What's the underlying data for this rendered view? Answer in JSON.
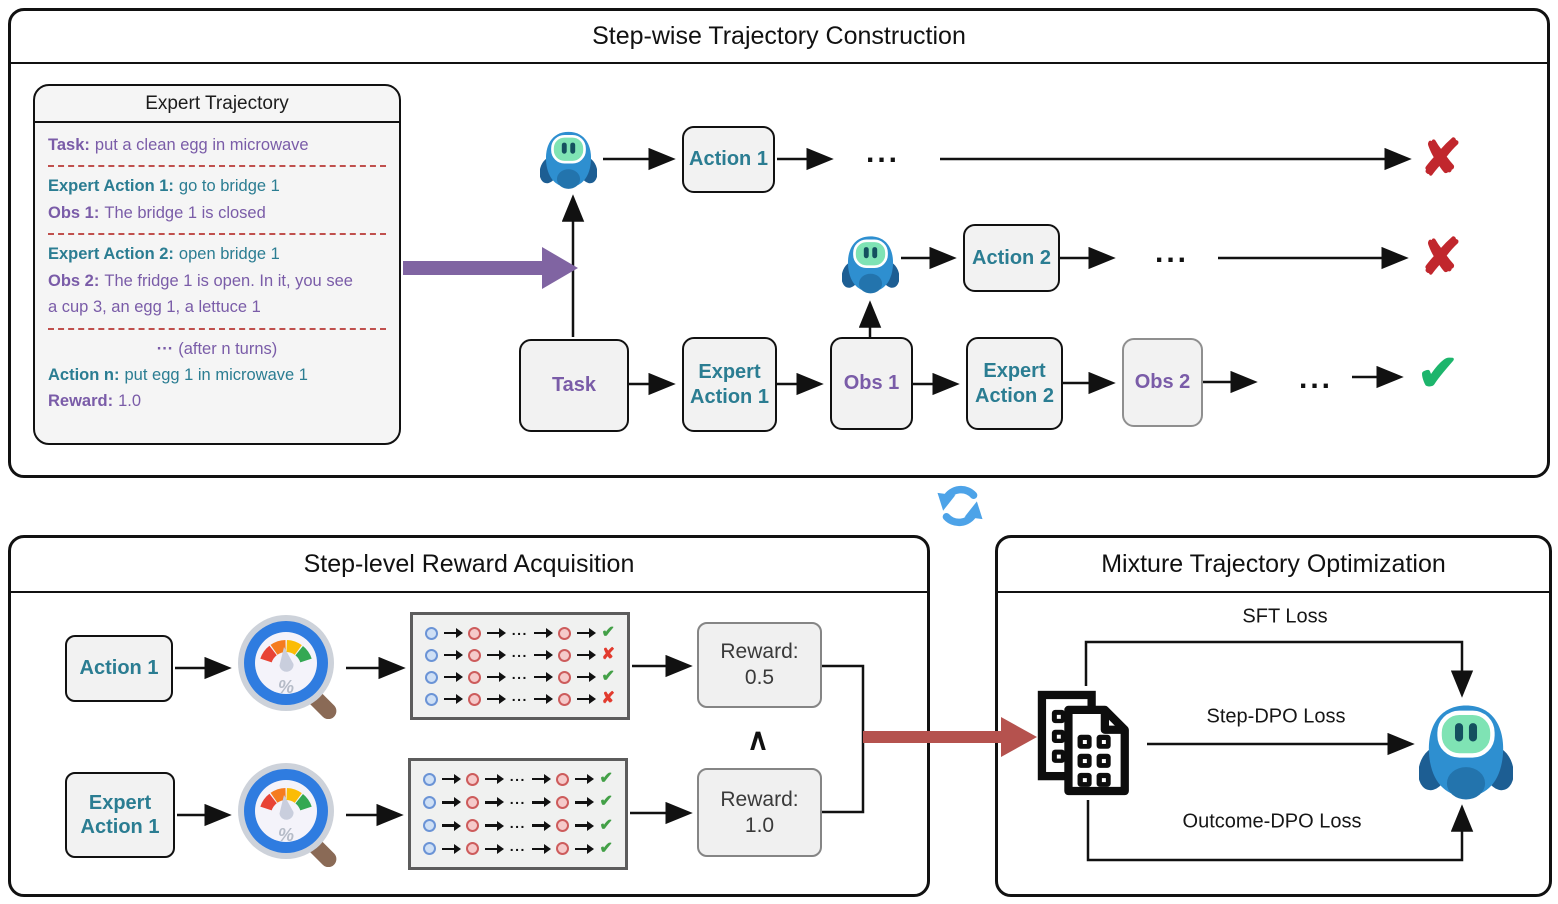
{
  "figure": {
    "top_panel_title": "Step-wise Trajectory Construction",
    "bottom_left_panel_title": "Step-level Reward Acquisition",
    "bottom_right_panel_title": "Mixture Trajectory Optimization"
  },
  "expert_trajectory": {
    "title": "Expert Trajectory",
    "task": {
      "label": "Task:",
      "text": "put a clean egg in microwave"
    },
    "expert_action_1": {
      "label": "Expert Action 1:",
      "text": "go to bridge 1"
    },
    "obs_1": {
      "label": "Obs 1:",
      "text": "The bridge 1 is closed"
    },
    "expert_action_2": {
      "label": "Expert Action 2:",
      "text": "open bridge 1"
    },
    "obs_2": {
      "label": "Obs 2:",
      "text": "The fridge 1 is open. In it, you see"
    },
    "obs_2_continued": "a cup 3, an egg 1, a lettuce 1",
    "ellipsis": {
      "label": "···",
      "text": "(after n turns)"
    },
    "action_n": {
      "label": "Action n:",
      "text": "put egg 1 in microwave 1"
    },
    "reward": {
      "label": "Reward:",
      "text": "1.0"
    }
  },
  "construction_flow": {
    "task": "Task",
    "expert_action_1": "Expert Action 1",
    "obs_1": "Obs 1",
    "expert_action_2": "Expert Action 2",
    "obs_2": "Obs 2",
    "action_1": "Action 1",
    "action_2": "Action 2",
    "dots": "...",
    "outcomes": {
      "branch_1": "✘",
      "branch_2": "✘",
      "expert": "✔"
    }
  },
  "reward_acquisition": {
    "action_1": "Action 1",
    "expert_action_1": "Expert Action 1",
    "reward_action": "Reward: 0.5",
    "reward_expert": "Reward: 1.0",
    "and_symbol": "∧",
    "dots": "...",
    "rollout_action_results": [
      "✔",
      "✘",
      "✔",
      "✘"
    ],
    "rollout_expert_results": [
      "✔",
      "✔",
      "✔",
      "✔"
    ]
  },
  "optimization": {
    "sft_loss": "SFT Loss",
    "step_dpo_loss": "Step-DPO Loss",
    "outcome_dpo_loss": "Outcome-DPO Loss"
  },
  "colors": {
    "purple_text": "#7a5ca8",
    "teal_text": "#2b7d92",
    "cross_red": "#c1272d",
    "check_green": "#1db56c",
    "expert_arrow_purple": "#8064a2",
    "reward_arrow_red": "#b5524e",
    "refresh_blue": "#4da3e8",
    "dashed_separator_red": "#c0504d"
  }
}
